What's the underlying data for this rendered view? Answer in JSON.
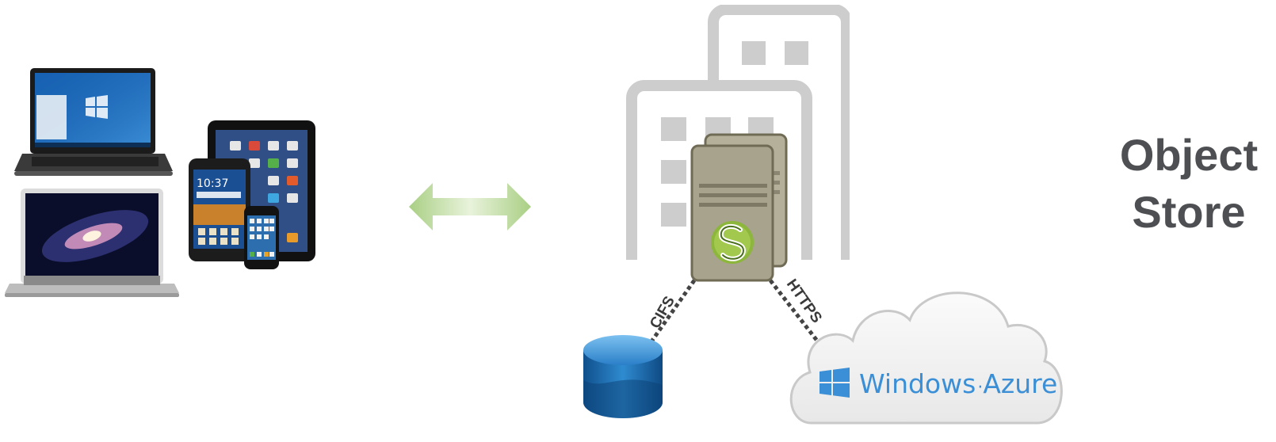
{
  "title_line1": "Object",
  "title_line2": "Store",
  "protocols": {
    "left": "CIFS",
    "right": "HTTPS"
  },
  "cloud": {
    "brand": "Windows",
    "product": "Azure",
    "logo_icon": "windows-logo-icon"
  },
  "devices": [
    "laptop-windows",
    "macbook-air",
    "tablet",
    "android-phone",
    "iphone"
  ],
  "server_logo_icon": "sync-s-logo-icon",
  "colors": {
    "building": "#cccccc",
    "server": "#a8a38c",
    "server_border": "#6f6b55",
    "arrow": "#a9cf84",
    "azure": "#3a8fd6",
    "database": "#1e6fb5",
    "text": "#4d4f52"
  }
}
